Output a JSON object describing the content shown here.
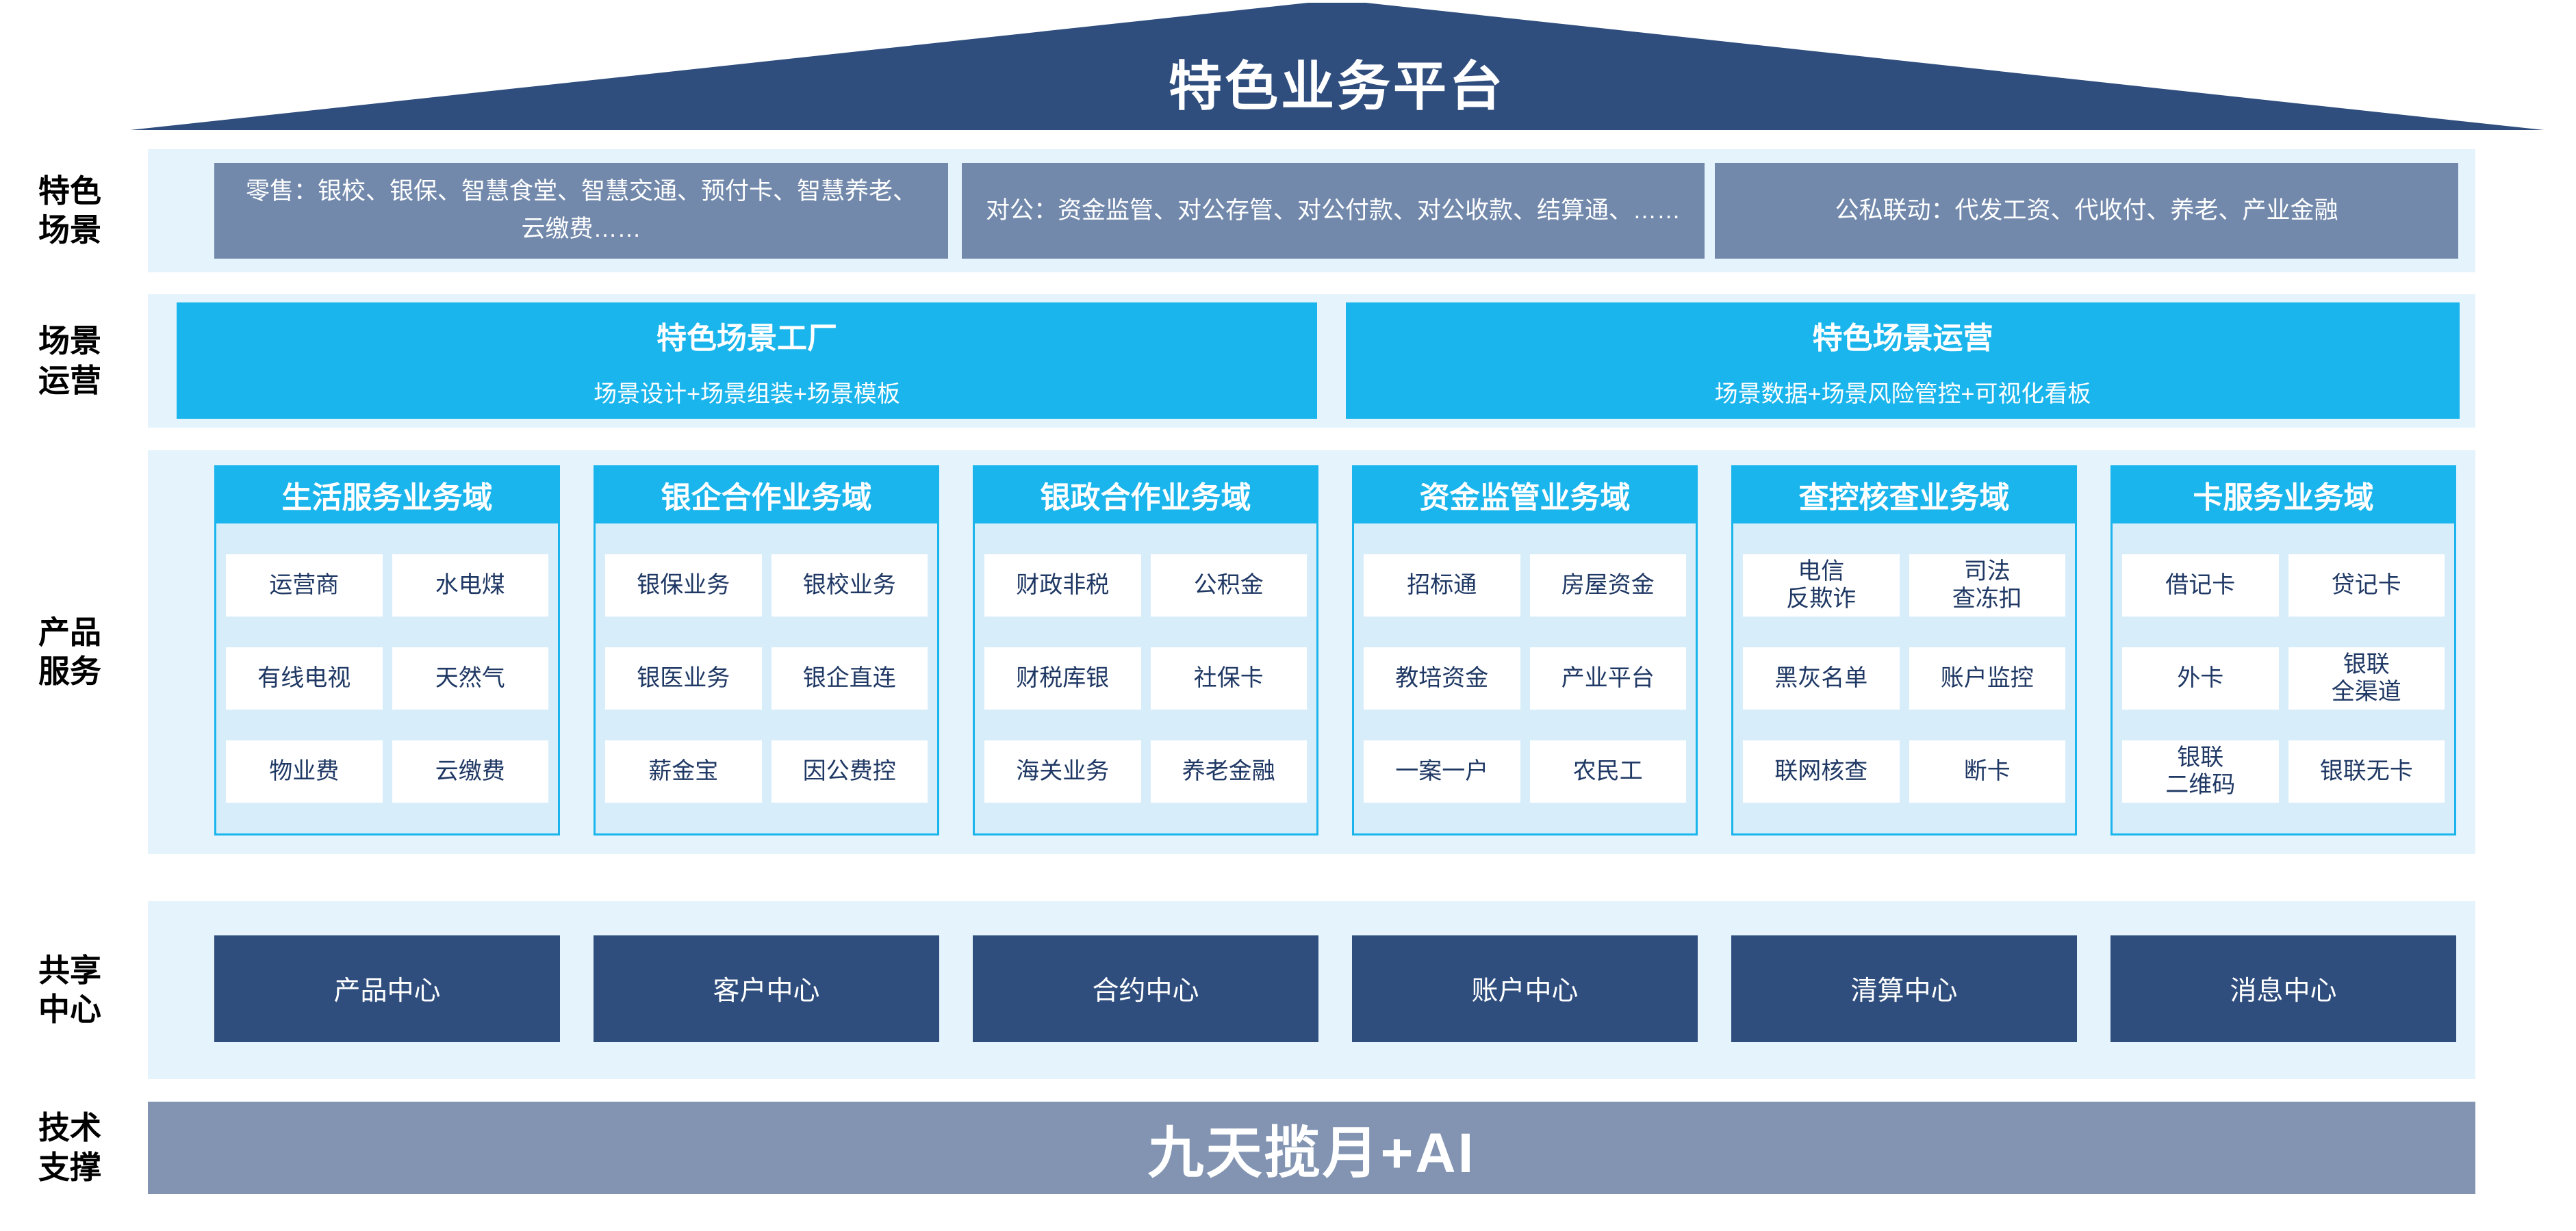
{
  "roof": {
    "title": "特色业务平台"
  },
  "rows": {
    "scenes": {
      "label": "特色\n场景",
      "boxes": [
        "零售：银校、银保、智慧食堂、智慧交通、预付卡、智慧养老、云缴费……",
        "对公：资金监管、对公存管、对公付款、对公收款、结算通、……",
        "公私联动：代发工资、代收付、养老、产业金融"
      ]
    },
    "operations": {
      "label": "场景\n运营",
      "boxes": [
        {
          "title": "特色场景工厂",
          "subtitle": "场景设计+场景组装+场景模板"
        },
        {
          "title": "特色场景运营",
          "subtitle": "场景数据+场景风险管控+可视化看板"
        }
      ]
    },
    "products": {
      "label": "产品\n服务",
      "columns": [
        {
          "header": "生活服务业务域",
          "cells": [
            "运营商",
            "水电煤",
            "有线电视",
            "天然气",
            "物业费",
            "云缴费"
          ]
        },
        {
          "header": "银企合作业务域",
          "cells": [
            "银保业务",
            "银校业务",
            "银医业务",
            "银企直连",
            "薪金宝",
            "因公费控"
          ]
        },
        {
          "header": "银政合作业务域",
          "cells": [
            "财政非税",
            "公积金",
            "财税库银",
            "社保卡",
            "海关业务",
            "养老金融"
          ]
        },
        {
          "header": "资金监管业务域",
          "cells": [
            "招标通",
            "房屋资金",
            "教培资金",
            "产业平台",
            "一案一户",
            "农民工"
          ]
        },
        {
          "header": "查控核查业务域",
          "cells": [
            "电信\n反欺诈",
            "司法\n查冻扣",
            "黑灰名单",
            "账户监控",
            "联网核查",
            "断卡"
          ]
        },
        {
          "header": "卡服务业务域",
          "cells": [
            "借记卡",
            "贷记卡",
            "外卡",
            "银联\n全渠道",
            "银联\n二维码",
            "银联无卡"
          ]
        }
      ]
    },
    "shared": {
      "label": "共享\n中心",
      "boxes": [
        "产品中心",
        "客户中心",
        "合约中心",
        "账户中心",
        "清算中心",
        "消息中心"
      ]
    },
    "tech": {
      "label": "技术\n支撑",
      "bar": "九天揽月+AI"
    }
  },
  "colors": {
    "roof_navy": "#2F4E7E",
    "scene_slate": "#7289AC",
    "accent_cyan": "#19B5EC",
    "band_light_blue": "#E5F4FC",
    "column_body_blue": "#D7EDFA",
    "cell_text_navy": "#1F3864",
    "tech_bar_gray_blue": "#8294B2"
  }
}
